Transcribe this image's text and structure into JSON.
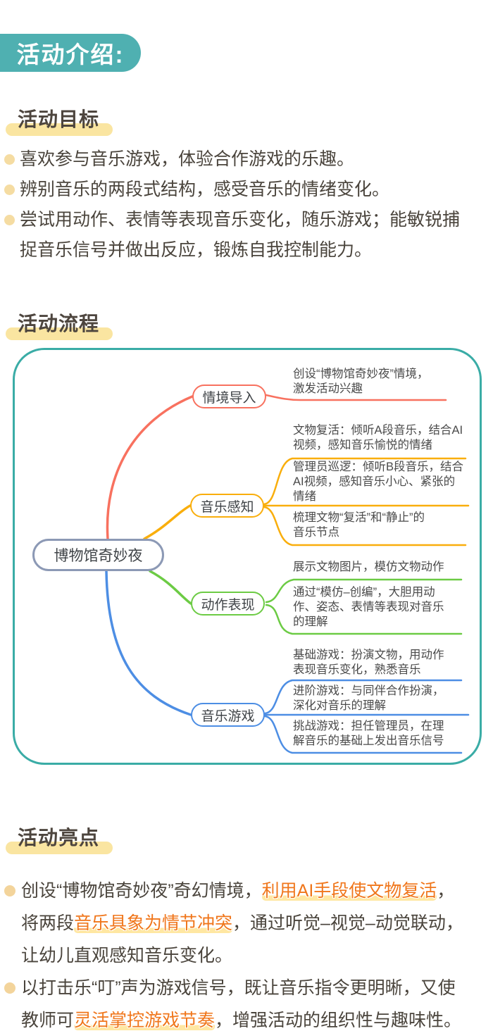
{
  "colors": {
    "teal_badge": "#4fb0b1",
    "map_border": "#3aaca6",
    "branch_red": "#f8715f",
    "branch_yellow": "#f9ae0c",
    "branch_green": "#6ccb44",
    "branch_blue": "#4d8ee4",
    "central_border": "#8c99b5",
    "highlight_bar": "#fae5a1",
    "highlight_text_orange": "#f0761b",
    "body_text": "#4a443c"
  },
  "header": {
    "badge_label": "活动介绍:"
  },
  "goals": {
    "title": "活动目标",
    "bullets": [
      "喜欢参与音乐游戏，体验合作游戏的乐趣。",
      "辨别音乐的两段式结构，感受音乐的情绪变化。",
      "尝试用动作、表情等表现音乐变化，随乐游戏；能敏锐捕捉音乐信号并做出反应，锻炼自我控制能力。"
    ]
  },
  "process": {
    "title": "活动流程"
  },
  "mindmap": {
    "central": "博物馆奇妙夜",
    "branches": [
      {
        "label": "情境导入",
        "color": "#f8715f",
        "items": [
          {
            "lines": [
              "创设“博物馆奇妙夜”情境，",
              "激发活动兴趣"
            ]
          }
        ]
      },
      {
        "label": "音乐感知",
        "color": "#f9ae0c",
        "items": [
          {
            "lines": [
              "文物复活：倾听A段音乐，结合AI",
              "视频，感知音乐愉悦的情绪"
            ]
          },
          {
            "lines": [
              "管理员巡逻：倾听B段音乐，结合",
              "AI视频，感知音乐小心、紧张的",
              "情绪"
            ]
          },
          {
            "lines": [
              "梳理文物“复活”和“静止”的",
              "音乐节点"
            ]
          }
        ]
      },
      {
        "label": "动作表现",
        "color": "#6ccb44",
        "items": [
          {
            "lines": [
              "展示文物图片，模仿文物动作"
            ]
          },
          {
            "lines": [
              "通过“模仿–创编”，大胆用动",
              "作、姿态、表情等表现对音乐",
              "的理解"
            ]
          }
        ]
      },
      {
        "label": "音乐游戏",
        "color": "#4d8ee4",
        "items": [
          {
            "lines": [
              "基础游戏：扮演文物，用动作",
              "表现音乐变化，熟悉音乐"
            ]
          },
          {
            "lines": [
              "进阶游戏：与同伴合作扮演，",
              "深化对音乐的理解"
            ]
          },
          {
            "lines": [
              "挑战游戏：担任管理员，在理",
              "解音乐的基础上发出音乐信号"
            ]
          }
        ]
      }
    ]
  },
  "highlights": {
    "title": "活动亮点",
    "bullets": [
      {
        "segments": [
          {
            "text": "创设“博物馆奇妙夜”奇幻情境，",
            "highlight": false
          },
          {
            "text": "利用AI手段使文物复活",
            "highlight": true
          },
          {
            "text": "，将两段",
            "highlight": false
          },
          {
            "text": "音乐具象为情节冲突",
            "highlight": true
          },
          {
            "text": "，通过听觉–视觉–动觉联动，让幼儿直观感知音乐变化。",
            "highlight": false
          }
        ]
      },
      {
        "segments": [
          {
            "text": "以打击乐“叮”声为游戏信号，既让音乐指令更明晰，又使教师可",
            "highlight": false
          },
          {
            "text": "灵活掌控游戏节奏",
            "highlight": true
          },
          {
            "text": "，增强活动的组织性与趣味性。",
            "highlight": false
          }
        ]
      }
    ]
  }
}
